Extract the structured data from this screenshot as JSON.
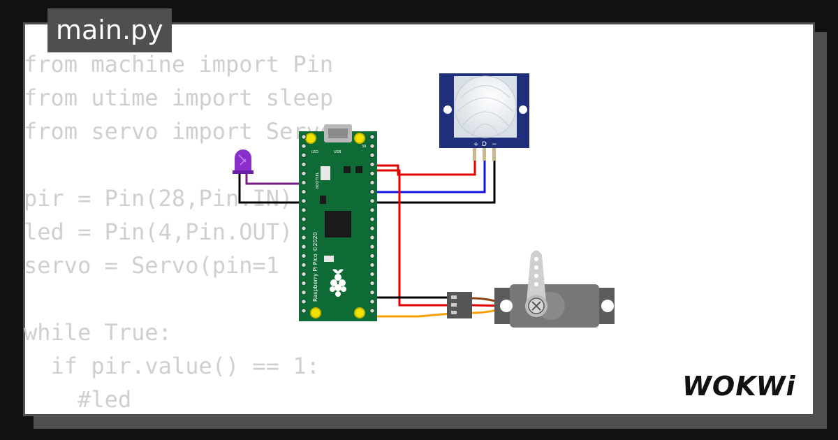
{
  "tab": {
    "filename": "main.py"
  },
  "code": {
    "lines": [
      "from machine import Pin",
      "from utime import sleep",
      "from servo import Servo",
      "",
      "pir = Pin(28,Pin.IN)",
      "led = Pin(4,Pin.OUT)",
      "servo = Servo(pin=1",
      "",
      "while True:",
      "  if pir.value() == 1:",
      "    #led"
    ]
  },
  "board": {
    "name": "Raspberry Pi Pico",
    "label": "Raspberry Pi Pico ©2020",
    "usb_label": "USB",
    "led_label": "LED",
    "bootsel_label": "BOOTSEL",
    "pin_label_39": "39",
    "color": "#0f6b35"
  },
  "pir_sensor": {
    "pin_labels": [
      "+",
      "D",
      "−"
    ],
    "color": "#1f2f7a"
  },
  "led": {
    "color": "#8a2ec9"
  },
  "servo": {
    "color": "#6b6b6b"
  },
  "wires": {
    "red": "#e00000",
    "blue": "#1010e0",
    "black": "#000000",
    "purple": "#7a1a8a",
    "orange": "#f5a000",
    "brown": "#8b4513"
  },
  "brand": {
    "logo_text": "WOKWi"
  }
}
